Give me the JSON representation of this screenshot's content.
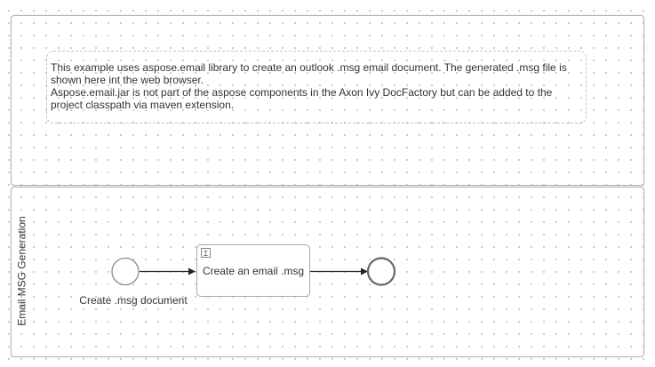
{
  "note": {
    "text": "This example uses aspose.email library to create an outlook .msg email document. The generated .msg file is\nshown here int the web browser.\nAspose.email.jar is not part of the aspose components in the Axon Ivy DocFactory but can be added to the\nproject classpath via maven extension."
  },
  "lane": {
    "label": "Email MSG Generation"
  },
  "start_event": {
    "label": "Create .msg document"
  },
  "task": {
    "label": "Create an email .msg",
    "icon": "script-icon"
  },
  "end_event": {
    "label": ""
  },
  "colors": {
    "border": "#b4b4b4",
    "event_stroke": "#8c8c8c",
    "end_stroke": "#666666",
    "flow": "#222222"
  }
}
